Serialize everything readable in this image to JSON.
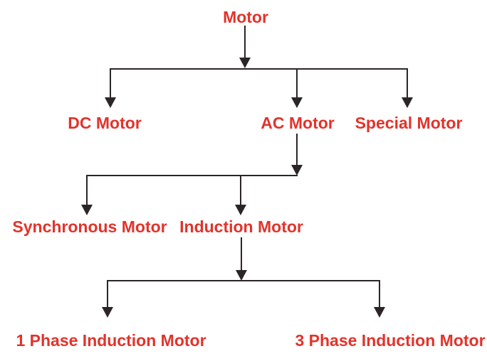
{
  "hierarchy": {
    "label": "Motor",
    "children": [
      {
        "label": "DC Motor",
        "children": []
      },
      {
        "label": "AC Motor",
        "children": [
          {
            "label": "Synchronous Motor",
            "children": []
          },
          {
            "label": "Induction Motor",
            "children": [
              {
                "label": "1 Phase Induction Motor",
                "children": []
              },
              {
                "label": "3 Phase Induction Motor",
                "children": []
              }
            ]
          }
        ]
      },
      {
        "label": "Special Motor",
        "children": []
      }
    ]
  },
  "colors": {
    "label_text": "#e2332b",
    "connector": "#2b2526",
    "background": "#ffffff"
  }
}
